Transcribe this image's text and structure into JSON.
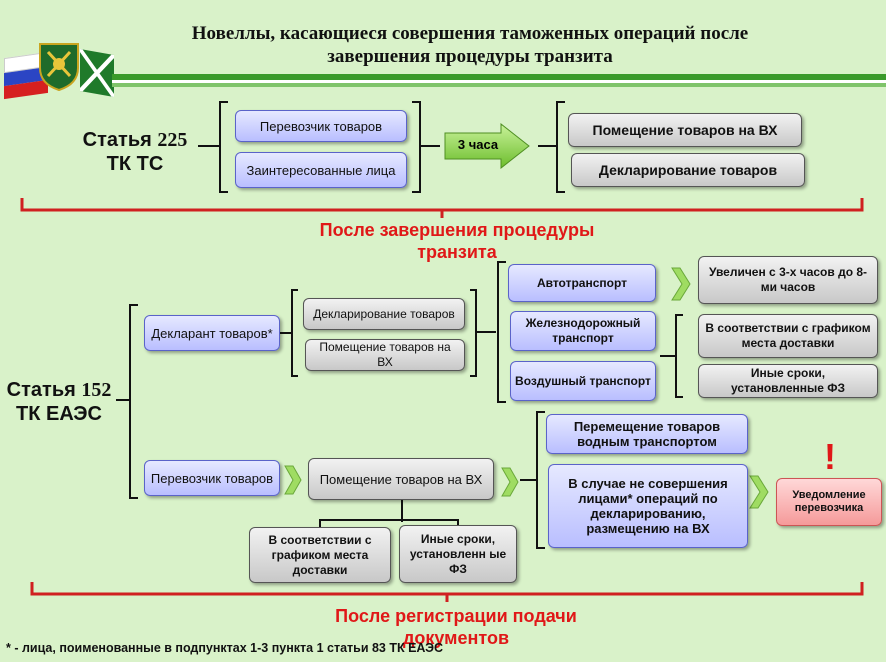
{
  "title": {
    "line1": "Новеллы, касающиеся совершения таможенных операций после",
    "line2": "завершения процедуры транзита"
  },
  "article225": {
    "line1_prefix": "Статья",
    "line1_num": "225",
    "line2": "ТК ТС",
    "left_boxes": [
      "Перевозчик товаров",
      "Заинтересованные лица"
    ],
    "arrow_label": "3 часа",
    "right_boxes": [
      "Помещение товаров на ВХ",
      "Декларирование товаров"
    ],
    "caption": "После завершения процедуры транзита"
  },
  "article152": {
    "line1_prefix": "Статья",
    "line1_num": "152",
    "line2": "ТК ЕАЭС",
    "declarant": "Декларант товаров*",
    "declarant_actions": [
      "Декларирование товаров",
      "Помещение товаров на ВХ"
    ],
    "transport": [
      "Автотранспорт",
      "Железнодорожный транспорт",
      "Воздушный транспорт"
    ],
    "auto_result": "Увеличен с 3-х часов до 8-ми часов",
    "other_results": [
      "В соответствии с графиком места доставки",
      "Иные сроки, установленные ФЗ"
    ],
    "carrier": "Перевозчик товаров",
    "carrier_action": "Помещение товаров на ВХ",
    "carrier_terms": [
      "В соответствии с графиком места доставки",
      "Иные сроки, установленн ые ФЗ"
    ],
    "water": "Перемещение товаров водным транспортом",
    "failure": "В случае не совершения лицами* операций по декларированию, размещению на ВХ",
    "notice": "Уведомление перевозчика",
    "exclamation": "!",
    "caption": "После регистрации подачи документов"
  },
  "footnote": "* - лица, поименованные в подпунктах 1-3 пункта 1 статьи 83 ТК ЕАЭС",
  "colors": {
    "background": "#d9f2c9",
    "accent_red": "#e01818",
    "stripe_green": "#3a9a2a",
    "box_blue": "#b9beff",
    "box_gray": "#c8c8c8"
  }
}
